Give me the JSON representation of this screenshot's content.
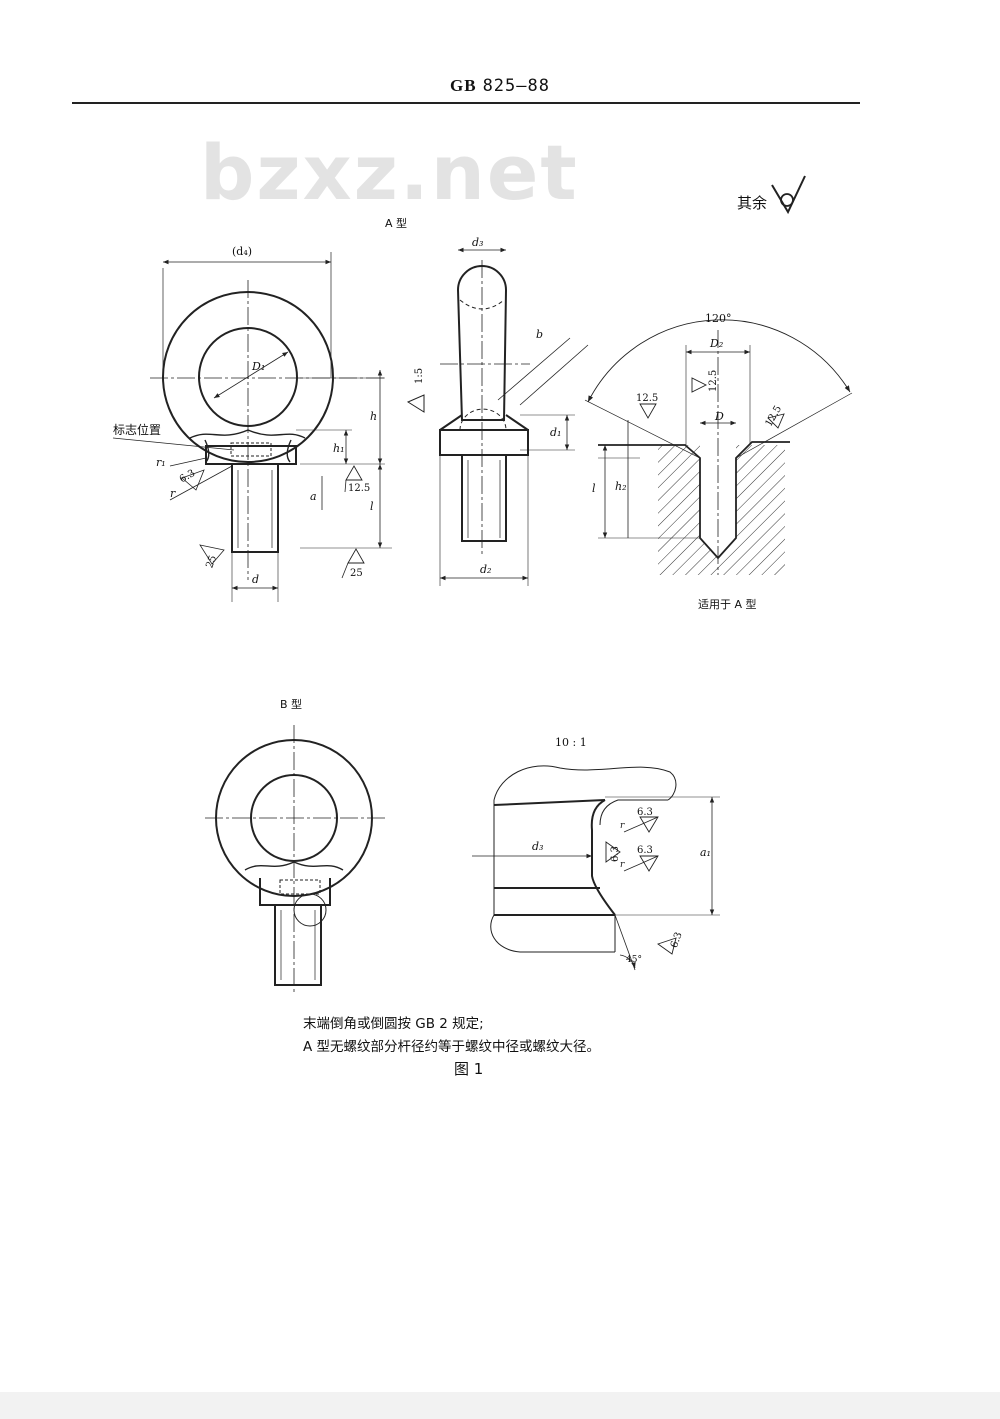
{
  "header": {
    "code": "GB",
    "number": "825—88"
  },
  "watermark": "bzxz.net",
  "roughness_note": {
    "label": "其余"
  },
  "view_a": {
    "type_label": "A 型",
    "dims": {
      "d4": "(d₄)",
      "D1": "D₁",
      "h": "h",
      "h1": "h₁",
      "l": "l",
      "a": "a",
      "d": "d",
      "r1": "r₁",
      "r": "r",
      "d3": "d₃",
      "b": "b",
      "d1": "d₁",
      "d2": "d₂",
      "taper": "1:5"
    },
    "rough": {
      "r_val": "6.3",
      "shoulder": "12.5",
      "end": "25",
      "thread_end": "25"
    },
    "mark_label": "标志位置"
  },
  "hole_view": {
    "angle": "120°",
    "D2": "D₂",
    "D": "D",
    "r_left": "12.5",
    "r_vert": "12.5",
    "r_right": "12.5",
    "l": "l",
    "h2": "h₂",
    "caption": "适用于 A 型"
  },
  "view_b": {
    "type_label": "B 型",
    "scale": "10 : 1",
    "a1": "a₁",
    "d3": "d₃",
    "r": "r",
    "rough": [
      "6.3",
      "6.3",
      "6.3",
      "6.3"
    ],
    "angle": "45°"
  },
  "notes": [
    "末端倒角或倒圆按 GB 2 规定;",
    "A 型无螺纹部分杆径约等于螺纹中径或螺纹大径。"
  ],
  "figure_caption": "图 1"
}
